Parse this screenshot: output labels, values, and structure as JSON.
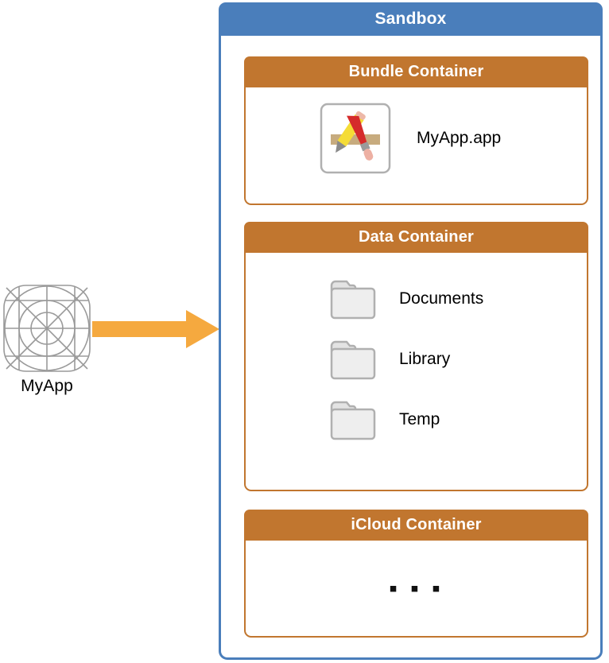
{
  "diagram": {
    "title": "Sandbox",
    "colors": {
      "sandbox_border": "#4a7ebb",
      "sandbox_header": "#4a7ebb",
      "container_border": "#c1762f",
      "container_header": "#c1762f",
      "arrow": "#f5a93f",
      "folder_fill": "#eeeeee",
      "folder_stroke": "#b0b0b0",
      "app_icon_stroke": "#9a9a9a",
      "text_dark": "#000000",
      "text_light": "#ffffff"
    }
  },
  "app_node": {
    "label": "MyApp",
    "icon": "app-grid-template-icon"
  },
  "arrow": {
    "icon": "arrow-right-icon",
    "direction": "right"
  },
  "sandbox": {
    "header": "Sandbox",
    "containers": [
      {
        "id": "bundle",
        "header": "Bundle Container",
        "items": [
          {
            "label": "MyApp.app",
            "icon": "xcode-app-icon"
          }
        ]
      },
      {
        "id": "data",
        "header": "Data Container",
        "items": [
          {
            "label": "Documents",
            "icon": "folder-icon"
          },
          {
            "label": "Library",
            "icon": "folder-icon"
          },
          {
            "label": "Temp",
            "icon": "folder-icon"
          }
        ]
      },
      {
        "id": "icloud",
        "header": "iCloud Container",
        "ellipsis": "▪ ▪ ▪",
        "items": []
      }
    ]
  }
}
